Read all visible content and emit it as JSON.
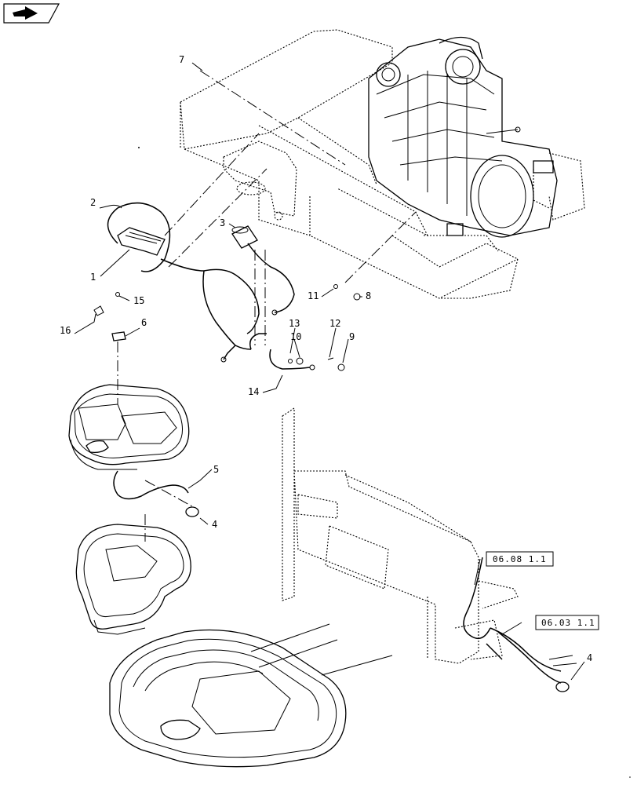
{
  "nav": {
    "icon": "forward-arrow-icon"
  },
  "callouts": {
    "c1": "1",
    "c2": "2",
    "c3": "3",
    "c4a": "4",
    "c4b": "4",
    "c5": "5",
    "c6": "6",
    "c7": "7",
    "c8": "8",
    "c9": "9",
    "c10": "10",
    "c11": "11",
    "c12": "12",
    "c13": "13",
    "c14": "14",
    "c15": "15",
    "c16": "16"
  },
  "references": {
    "ref1": "06.08 1.1",
    "ref2": "06.03 1.1"
  }
}
